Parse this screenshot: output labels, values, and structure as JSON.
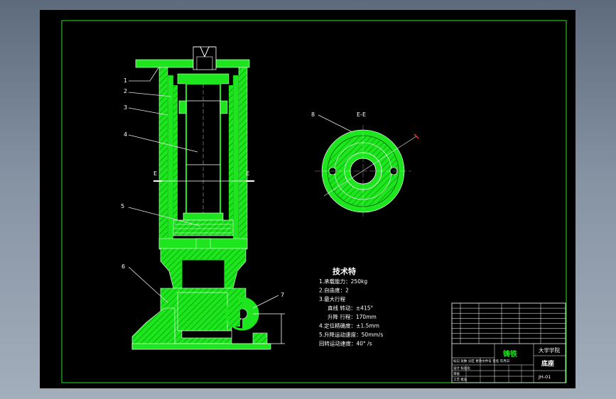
{
  "colors": {
    "background": "#000000",
    "frame": "#ffffff",
    "part": "#1ee61e",
    "part_dark": "#0aa50a",
    "hatch": "#06a006",
    "line": "#ffffff",
    "leader": "#e8e8e8",
    "sketch": "#e0e0e0",
    "label_red": "#ff3030"
  },
  "main_view": {
    "part_labels": [
      "1",
      "2",
      "3",
      "4",
      "5",
      "6",
      "7"
    ],
    "section_marks": [
      "E",
      "E"
    ]
  },
  "section_view": {
    "title": "E-E",
    "label": "8"
  },
  "tech_req": {
    "title": "技术特",
    "lines": [
      "1.承载能力：250kg",
      "2.自由度：2",
      "3.最大行程",
      "  直线 转动：±415°",
      "  升降 行程：170mm",
      "4.定位精确度：±1.5mm",
      "5.升降运动速度：50mm/s",
      "回转运动速度：40° /s"
    ]
  },
  "title_block": {
    "material": "铸铁",
    "company": "大学学院",
    "part_name": "底座",
    "drawing_no": "JH-01",
    "small_text": [
      "标记 处数 分区 更改文件号 签名 年月日",
      "设计 标准化",
      "审核",
      "工艺 批准"
    ]
  }
}
